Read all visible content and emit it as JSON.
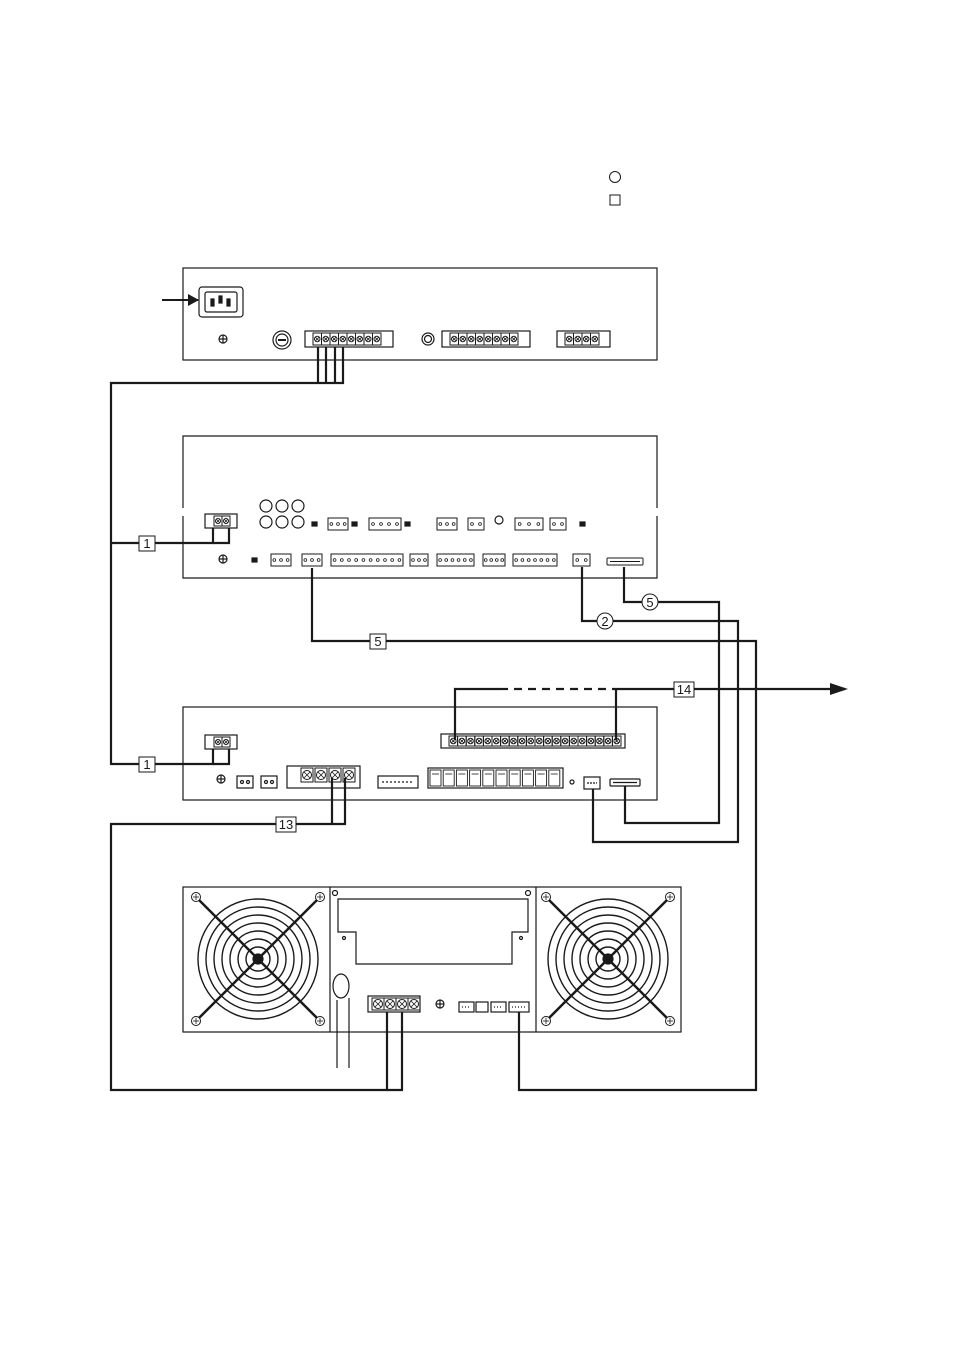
{
  "legend": [
    {
      "symbol": "circle-symbol",
      "text": ""
    },
    {
      "symbol": "square-symbol",
      "text": ""
    }
  ],
  "cable_labels": {
    "box_1_upper": "1",
    "box_1_lower": "1",
    "box_5": "5",
    "box_13": "13",
    "box_14": "14",
    "circle_2": "2",
    "circle_5": "5"
  },
  "colors": {
    "line": "#1a1a1a",
    "panel_fill": "#ffffff"
  }
}
